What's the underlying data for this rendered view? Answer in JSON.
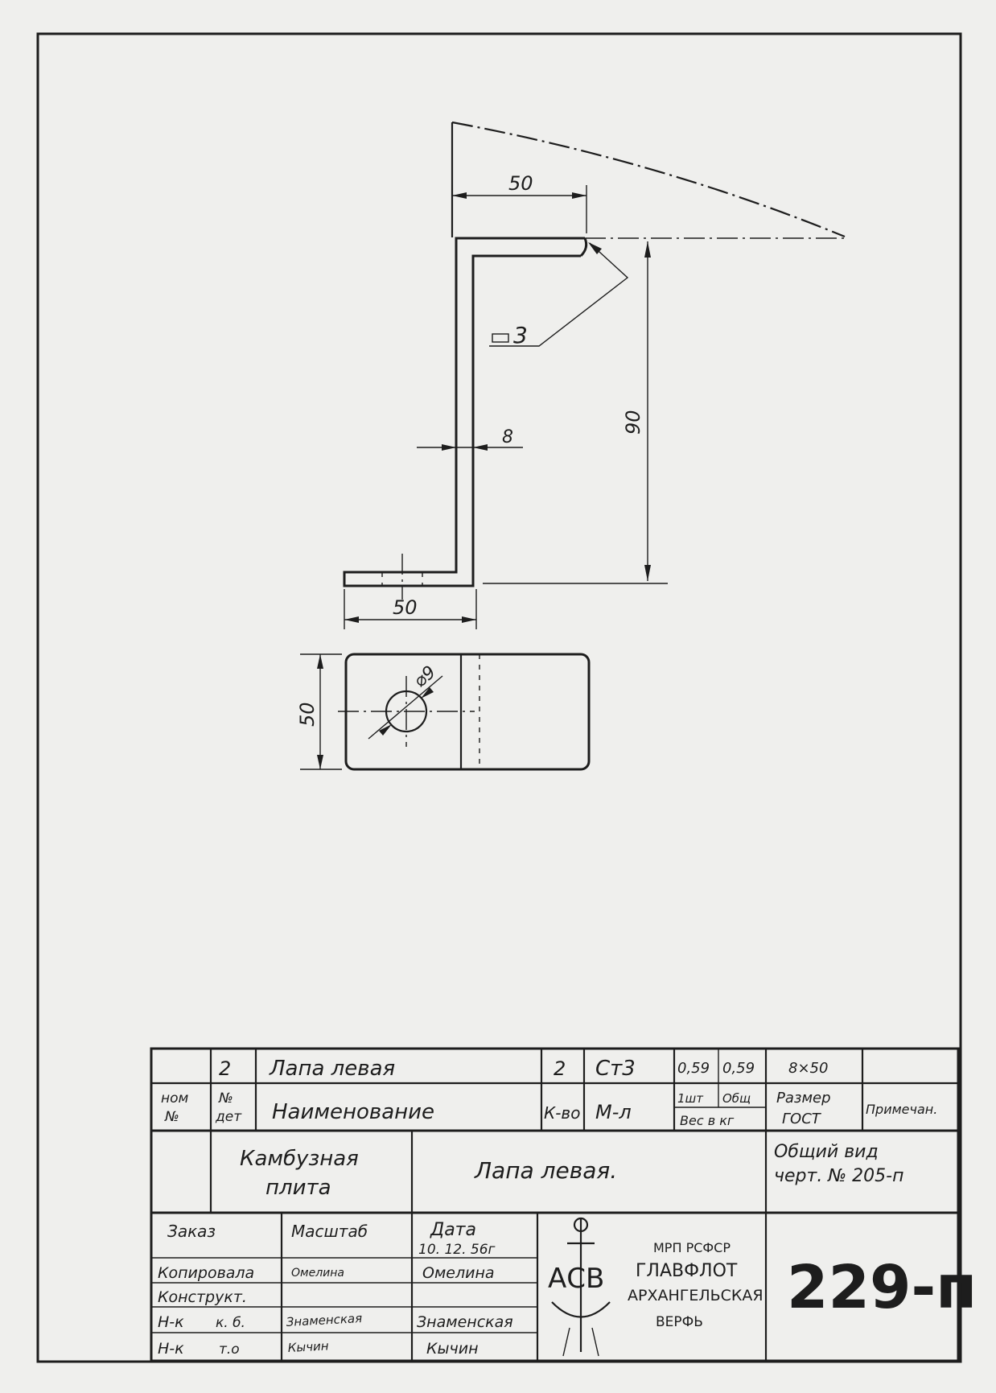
{
  "drawing": {
    "dimensions": {
      "top_width": "50",
      "height": "90",
      "thickness": "8",
      "bottom_width": "50",
      "plan_width": "50",
      "hole_diameter": "⌀9",
      "weld": "3"
    }
  },
  "title_block": {
    "row1": {
      "pos": "2",
      "name": "Лапа левая",
      "qty": "2",
      "material": "Ст3",
      "weight_unit": "0,59",
      "weight_total": "0,59",
      "size": "8×50",
      "note": ""
    },
    "headers": {
      "nom_line1": "ном",
      "nom_line2": "№",
      "det_line1": "№",
      "det_line2": "дет",
      "name": "Наименование",
      "qty": "К-во",
      "material": "М-л",
      "w_unit": "1шт",
      "w_total": "Общ",
      "weight": "Вес в кг",
      "size_line1": "Размер",
      "size_line2": "ГОСТ",
      "note": "Примечан."
    },
    "assembly_line1": "Камбузная",
    "assembly_line2": "плита",
    "part_title": "Лапа левая.",
    "ref_line1": "Общий вид",
    "ref_line2": "черт. № 205-п",
    "order_label": "Заказ",
    "scale_label": "Масштаб",
    "date_label": "Дата",
    "date_value": "10. 12. 56г",
    "roles": [
      {
        "role": "Копировала",
        "sub": "",
        "name": "Омелина"
      },
      {
        "role": "Конструкт.",
        "sub": "",
        "name": ""
      },
      {
        "role": "Н-к",
        "sub": "к. б.",
        "name": "Знаменская"
      },
      {
        "role": "Н-к",
        "sub": "т.о",
        "name": "Кычин"
      }
    ],
    "signature_1": "Омелина",
    "signature_2": "Знаменская",
    "signature_3": "Кычин",
    "logo_text": "АСВ",
    "org_line1": "МРП РСФСР",
    "org_line2": "ГЛАВФЛОТ",
    "org_line3": "АРХАНГЕЛЬСКАЯ",
    "org_line4": "ВЕРФЬ",
    "drawing_number": "229-п"
  }
}
